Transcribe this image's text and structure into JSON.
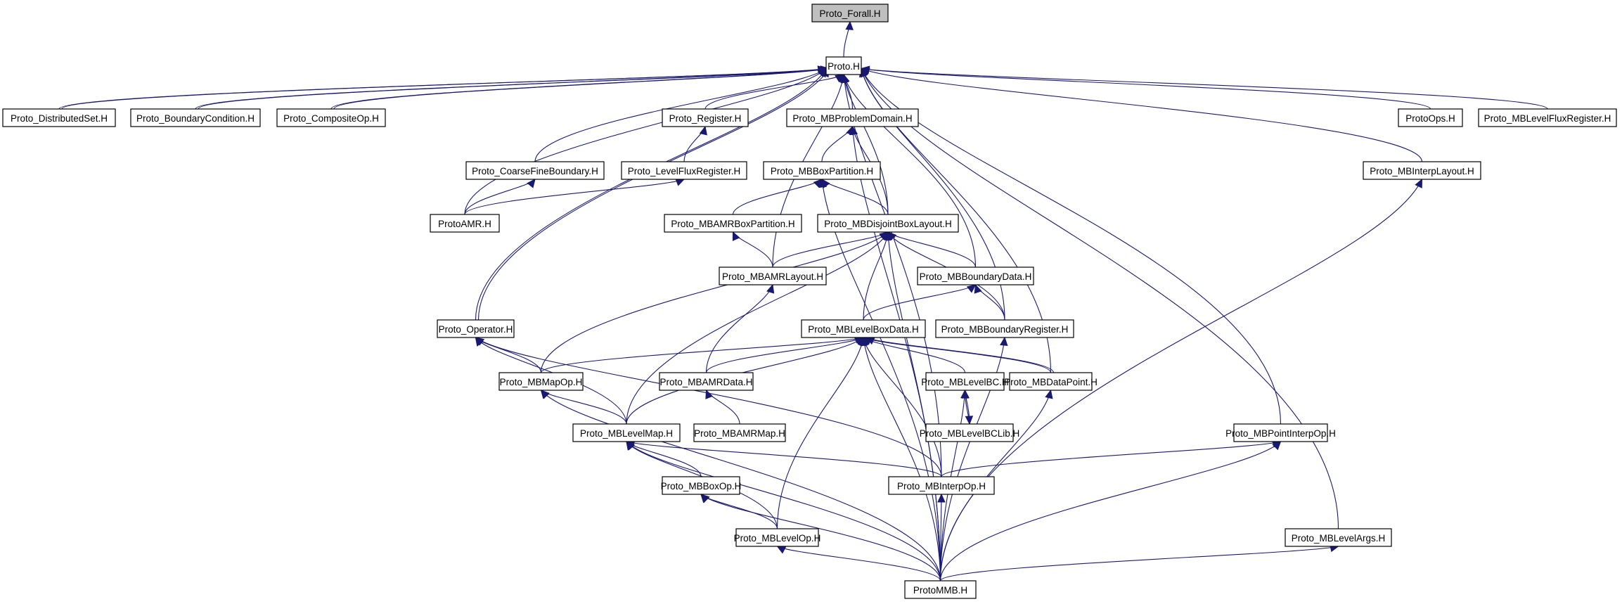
{
  "diagram": {
    "type": "include-dependency-graph",
    "root": "Proto_Forall.H",
    "edge_color": "#191970",
    "root_fill": "#bfbfbf",
    "node_fill": "#ffffff",
    "nodes": [
      {
        "id": "forall",
        "label": "Proto_Forall.H",
        "root": true
      },
      {
        "id": "proto",
        "label": "Proto.H"
      },
      {
        "id": "distset",
        "label": "Proto_DistributedSet.H"
      },
      {
        "id": "bc",
        "label": "Proto_BoundaryCondition.H"
      },
      {
        "id": "compop",
        "label": "Proto_CompositeOp.H"
      },
      {
        "id": "register",
        "label": "Proto_Register.H"
      },
      {
        "id": "mbprob",
        "label": "Proto_MBProblemDomain.H"
      },
      {
        "id": "protoops",
        "label": "ProtoOps.H"
      },
      {
        "id": "mblfr",
        "label": "Proto_MBLevelFluxRegister.H"
      },
      {
        "id": "cfb",
        "label": "Proto_CoarseFineBoundary.H"
      },
      {
        "id": "lfr",
        "label": "Proto_LevelFluxRegister.H"
      },
      {
        "id": "mbboxpart",
        "label": "Proto_MBBoxPartition.H"
      },
      {
        "id": "mbinterplayout",
        "label": "Proto_MBInterpLayout.H"
      },
      {
        "id": "protoamr",
        "label": "ProtoAMR.H"
      },
      {
        "id": "mbamrboxpart",
        "label": "Proto_MBAMRBoxPartition.H"
      },
      {
        "id": "mbdbl",
        "label": "Proto_MBDisjointBoxLayout.H"
      },
      {
        "id": "mbamrlayout",
        "label": "Proto_MBAMRLayout.H"
      },
      {
        "id": "mbbdata",
        "label": "Proto_MBBoundaryData.H"
      },
      {
        "id": "operator",
        "label": "Proto_Operator.H"
      },
      {
        "id": "mblbd",
        "label": "Proto_MBLevelBoxData.H"
      },
      {
        "id": "mbbreg",
        "label": "Proto_MBBoundaryRegister.H"
      },
      {
        "id": "mbmapop",
        "label": "Proto_MBMapOp.H"
      },
      {
        "id": "mbamrdata",
        "label": "Proto_MBAMRData.H"
      },
      {
        "id": "mblevelbc",
        "label": "Proto_MBLevelBC.H"
      },
      {
        "id": "mbdatapoint",
        "label": "Proto_MBDataPoint.H"
      },
      {
        "id": "mblevelmap",
        "label": "Proto_MBLevelMap.H"
      },
      {
        "id": "mbamrmap",
        "label": "Proto_MBAMRMap.H"
      },
      {
        "id": "mblevelbclib",
        "label": "Proto_MBLevelBCLib.H"
      },
      {
        "id": "mbpointinterpop",
        "label": "Proto_MBPointInterpOp.H"
      },
      {
        "id": "mbboxop",
        "label": "Proto_MBBoxOp.H"
      },
      {
        "id": "mbinterpop",
        "label": "Proto_MBInterpOp.H"
      },
      {
        "id": "mbleveop",
        "label": "Proto_MBLevelOp.H"
      },
      {
        "id": "mblevelargs",
        "label": "Proto_MBLevelArgs.H"
      },
      {
        "id": "protommb",
        "label": "ProtoMMB.H"
      }
    ],
    "edges": [
      [
        "proto",
        "forall"
      ],
      [
        "distset",
        "proto"
      ],
      [
        "distset",
        "proto"
      ],
      [
        "bc",
        "proto"
      ],
      [
        "bc",
        "proto"
      ],
      [
        "compop",
        "proto"
      ],
      [
        "compop",
        "proto"
      ],
      [
        "register",
        "proto"
      ],
      [
        "mbprob",
        "proto"
      ],
      [
        "protoops",
        "proto"
      ],
      [
        "mblfr",
        "proto"
      ],
      [
        "cfb",
        "proto"
      ],
      [
        "protoamr",
        "proto"
      ],
      [
        "operator",
        "proto"
      ],
      [
        "operator",
        "proto"
      ],
      [
        "mbdbl",
        "proto"
      ],
      [
        "mbamrlayout",
        "proto"
      ],
      [
        "mbbdata",
        "proto"
      ],
      [
        "mbbreg",
        "proto"
      ],
      [
        "mbdatapoint",
        "proto"
      ],
      [
        "mbinterpop",
        "proto"
      ],
      [
        "mbpointinterpop",
        "proto"
      ],
      [
        "mblevelargs",
        "proto"
      ],
      [
        "mbinterplayout",
        "proto"
      ],
      [
        "lfr",
        "register"
      ],
      [
        "protoamr",
        "cfb"
      ],
      [
        "protoamr",
        "lfr"
      ],
      [
        "mbboxpart",
        "mbprob"
      ],
      [
        "mbdbl",
        "mbprob"
      ],
      [
        "protommb",
        "mbprob"
      ],
      [
        "mbamrboxpart",
        "mbboxpart"
      ],
      [
        "mbdbl",
        "mbboxpart"
      ],
      [
        "protommb",
        "mbboxpart"
      ],
      [
        "mbamrlayout",
        "mbamrboxpart"
      ],
      [
        "mbamrlayout",
        "mbdbl"
      ],
      [
        "mbbdata",
        "mbdbl"
      ],
      [
        "mblbd",
        "mbdbl"
      ],
      [
        "mbbreg",
        "mbdbl"
      ],
      [
        "mbmapop",
        "mbdbl"
      ],
      [
        "mblevelmap",
        "mbdbl"
      ],
      [
        "protommb",
        "mbdbl"
      ],
      [
        "mbamrdata",
        "mbamrlayout"
      ],
      [
        "mblbd",
        "mbbdata"
      ],
      [
        "mbbreg",
        "mbbdata"
      ],
      [
        "mbmapop",
        "operator"
      ],
      [
        "mblevelmap",
        "operator"
      ],
      [
        "mbinterpop",
        "operator"
      ],
      [
        "mbmapop",
        "mblbd"
      ],
      [
        "mblevelmap",
        "mblbd"
      ],
      [
        "mbamrdata",
        "mblbd"
      ],
      [
        "mblevelbc",
        "mblbd"
      ],
      [
        "mbdatapoint",
        "mblbd"
      ],
      [
        "mbdatapoint",
        "mblbd"
      ],
      [
        "mbinterpop",
        "mblbd"
      ],
      [
        "mbleveop",
        "mblbd"
      ],
      [
        "protommb",
        "mblbd"
      ],
      [
        "protommb",
        "mbbreg"
      ],
      [
        "mblevelmap",
        "mbmapop"
      ],
      [
        "protommb",
        "mbmapop"
      ],
      [
        "mbamrmap",
        "mbamrdata"
      ],
      [
        "mblevelbclib",
        "mblevelbc"
      ],
      [
        "mblevelbc",
        "mblevelbclib"
      ],
      [
        "protommb",
        "mblevelbc"
      ],
      [
        "protommb",
        "mbdatapoint"
      ],
      [
        "mbboxop",
        "mblevelmap"
      ],
      [
        "mbinterpop",
        "mblevelmap"
      ],
      [
        "mbleveop",
        "mblevelmap"
      ],
      [
        "protommb",
        "mblevelmap"
      ],
      [
        "mbinterpop",
        "mbpointinterpop"
      ],
      [
        "protommb",
        "mbpointinterpop"
      ],
      [
        "mbleveop",
        "mbboxop"
      ],
      [
        "protommb",
        "mbboxop"
      ],
      [
        "protommb",
        "mbinterpop"
      ],
      [
        "protommb",
        "mbleveop"
      ],
      [
        "protommb",
        "mblevelargs"
      ],
      [
        "protommb",
        "mbinterplayout"
      ]
    ]
  }
}
